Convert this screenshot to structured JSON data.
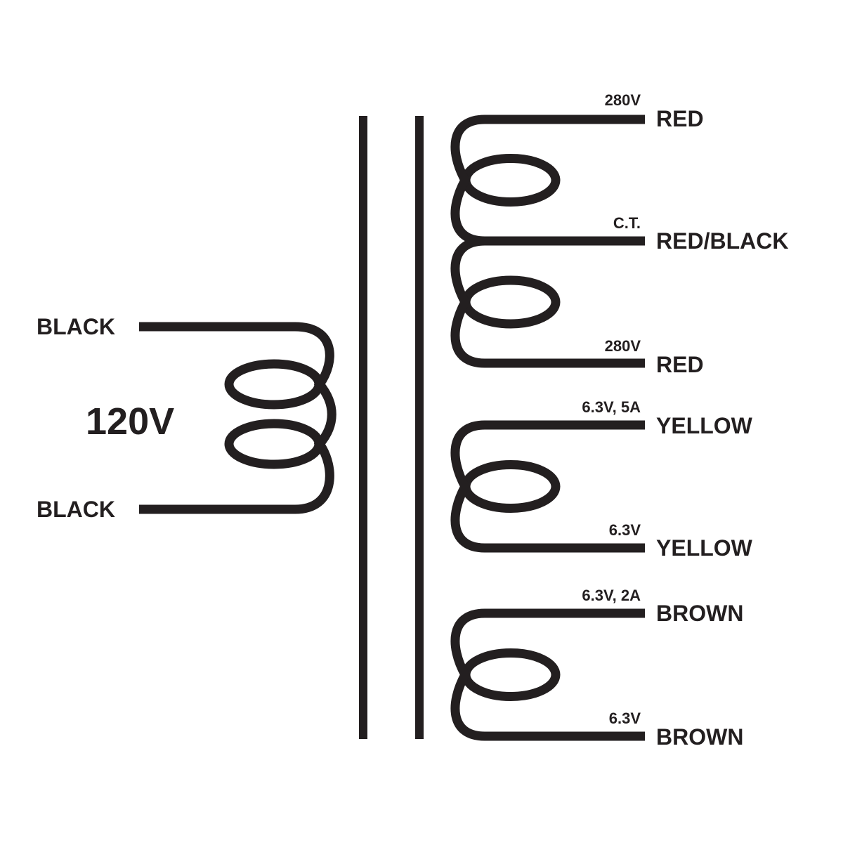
{
  "colors": {
    "ink": "#231f20",
    "background": "#ffffff"
  },
  "primary": {
    "voltage": "120V",
    "leads": [
      {
        "wire": "BLACK"
      },
      {
        "wire": "BLACK"
      }
    ]
  },
  "secondaries": [
    {
      "leads": [
        {
          "tap": "280V",
          "wire": "RED"
        },
        {
          "tap": "C.T.",
          "wire": "RED/BLACK"
        },
        {
          "tap": "280V",
          "wire": "RED"
        }
      ]
    },
    {
      "leads": [
        {
          "tap": "6.3V, 5A",
          "wire": "YELLOW"
        },
        {
          "tap": "6.3V",
          "wire": "YELLOW"
        }
      ]
    },
    {
      "leads": [
        {
          "tap": "6.3V, 2A",
          "wire": "BROWN"
        },
        {
          "tap": "6.3V",
          "wire": "BROWN"
        }
      ]
    }
  ]
}
